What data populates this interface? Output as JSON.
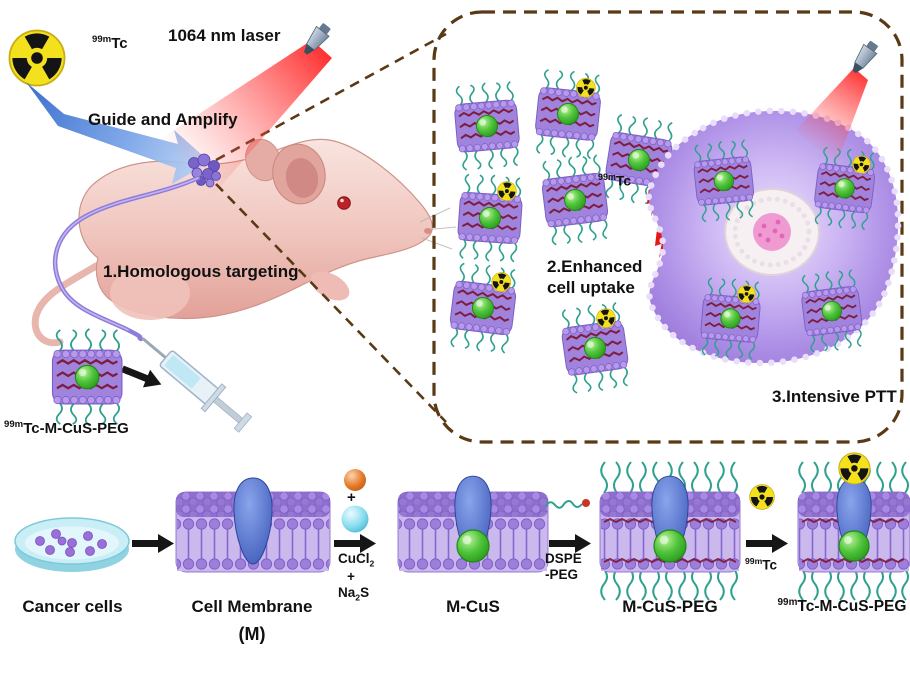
{
  "colors": {
    "membrane_purple": "#a083dc",
    "peg_teal": "#2fa08e",
    "cus_green": "#3dbb2e",
    "laser_red": "#ff2020",
    "radiation_yellow": "#f3e11d",
    "dashed_box_brown": "#5a3a16",
    "cell_purple": "#c2a8ef",
    "mouse_pink": "#efc4bc"
  },
  "top_left": {
    "tc_sup": "99m",
    "tc_base": "Tc",
    "laser_label": "1064 nm laser",
    "guide_label": "Guide and Amplify",
    "step1_label": "1.Homologous targeting",
    "probe_sup": "99m",
    "probe_base": "Tc-M-CuS-PEG"
  },
  "zoom_panel": {
    "tc_sup": "99m",
    "tc_base": "Tc",
    "step2_line1": "2.Enhanced",
    "step2_line2": "cell uptake",
    "step3_label": "3.Intensive PTT"
  },
  "synthesis": {
    "stage1_label": "Cancer cells",
    "stage2_label": "Cell Membrane",
    "stage2_sublabel": "(M)",
    "stage3_label": "M-CuS",
    "stage4_label": "M-CuS-PEG",
    "stage5_sup": "99m",
    "stage5_base": "Tc-M-CuS-PEG",
    "plus_sign": "+",
    "reagent1_f1": "CuCl",
    "reagent1_s1": "2",
    "reagent1_plus": "+",
    "reagent1_f2": "Na",
    "reagent1_s2": "2",
    "reagent1_f3": "S",
    "reagent2_line1": "DSPE",
    "reagent2_line2": "-PEG",
    "reagent3_sup": "99m",
    "reagent3_base": "Tc"
  }
}
